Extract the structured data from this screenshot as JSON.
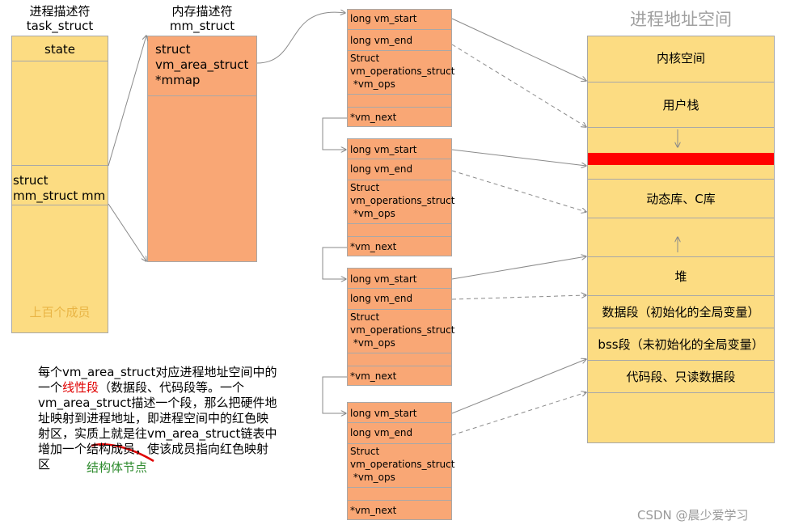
{
  "task_struct": {
    "title_line1": "进程描述符",
    "title_line2": "task_struct",
    "state": "state",
    "mm_line1": "struct",
    "mm_line2": "mm_struct  mm",
    "members": "上百个成员"
  },
  "mm_struct": {
    "title_line1": "内存描述符",
    "title_line2": "mm_struct",
    "mmap_line1": "struct",
    "mmap_line2": "vm_area_struct",
    "mmap_line3": "*mmap"
  },
  "vm_area": {
    "vm_start": "long vm_start",
    "vm_end": "long vm_end",
    "ops_line1": "Struct",
    "ops_line2": "vm_operations_struct",
    "ops_line3": " *vm_ops",
    "vm_next": "*vm_next"
  },
  "address_space": {
    "title": "进程地址空间",
    "kernel": "内核空间",
    "user_stack": "用户栈",
    "dynamic_lib": "动态库、C库",
    "heap": "堆",
    "data_seg": "数据段（初始化的全局变量）",
    "bss_seg": "bss段（未初始化的全局变量）",
    "code_seg": "代码段、只读数据段",
    "colors": {
      "fill": "#fcdc82",
      "red_band": "#ff0000"
    }
  },
  "note": {
    "p1": "每个vm_area_struct对应进程地址空间中的",
    "p2a": "一个",
    "p2_red": "线性段",
    "p2b": "（数据段、代码段",
    "p2c": "等。一个",
    "p3": "vm_area_struct描述一个段，那么把硬件地",
    "p4": "址映射到进程地址，即进程空间中的红色映",
    "p5": "射区，实质上就是往vm_area_struct链表中",
    "p6": "增加一个结构成员，使该成员指向红色映射",
    "p7": "区",
    "annotation": "结构体节点",
    "colors": {
      "red": "#e00000",
      "green": "#2e8b2e"
    }
  },
  "watermark": "CSDN @晨少爱学习"
}
